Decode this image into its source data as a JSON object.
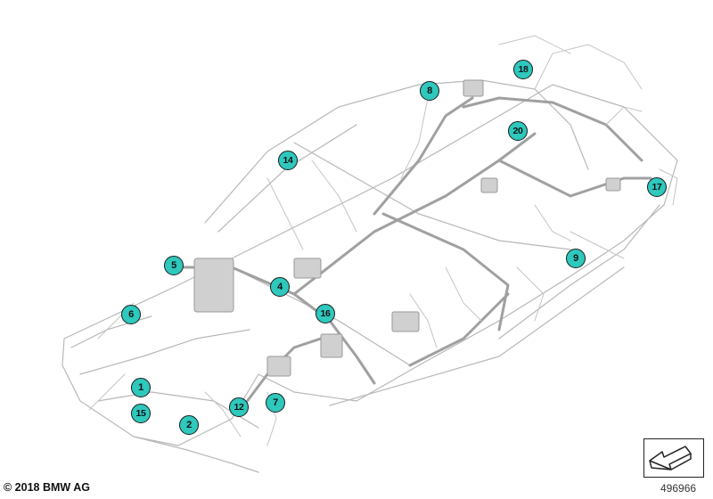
{
  "callouts": [
    {
      "id": "1",
      "label": "1"
    },
    {
      "id": "2",
      "label": "2"
    },
    {
      "id": "4",
      "label": "4"
    },
    {
      "id": "5",
      "label": "5"
    },
    {
      "id": "6",
      "label": "6"
    },
    {
      "id": "7",
      "label": "7"
    },
    {
      "id": "8",
      "label": "8"
    },
    {
      "id": "9",
      "label": "9"
    },
    {
      "id": "12",
      "label": "12"
    },
    {
      "id": "14",
      "label": "14"
    },
    {
      "id": "15",
      "label": "15"
    },
    {
      "id": "16",
      "label": "16"
    },
    {
      "id": "17",
      "label": "17"
    },
    {
      "id": "18",
      "label": "18"
    },
    {
      "id": "20",
      "label": "20"
    }
  ],
  "footer": {
    "copyright": "© 2018 BMW AG",
    "image_number": "496966"
  },
  "colors": {
    "callout_fill": "#2ec8bd",
    "callout_border": "#1a1a1a",
    "harness_stroke": "#b8b8b8"
  },
  "icons": {
    "nav": "forward-arrow-icon"
  }
}
